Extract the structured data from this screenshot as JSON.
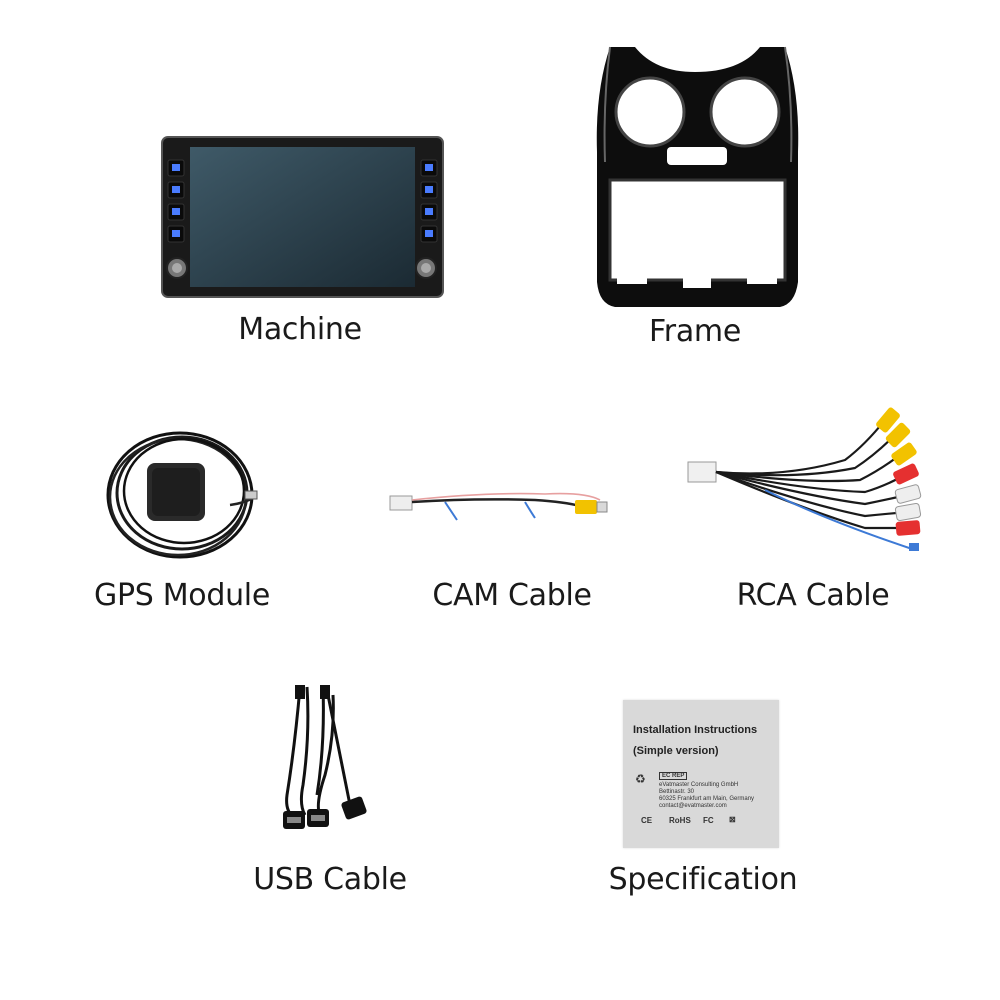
{
  "items": [
    {
      "label": "Machine"
    },
    {
      "label": "Frame"
    },
    {
      "label": "GPS Module"
    },
    {
      "label": "CAM Cable"
    },
    {
      "label": "RCA Cable"
    },
    {
      "label": "USB Cable"
    },
    {
      "label": "Specification"
    }
  ],
  "spec_card": {
    "title_line1": "Installation Instructions",
    "title_line2": "(Simple version)",
    "ec_rep": "EC REP",
    "company": "eVatmaster Consulting GmbH",
    "street": "Bettinastr. 30",
    "city": "60325 Frankfurt am Main, Germany",
    "email": "contact@evatmaster.com",
    "marks": [
      "CE",
      "RoHS",
      "FC",
      "⊠"
    ]
  },
  "colors": {
    "background": "#ffffff",
    "label_text": "#1a1a1a",
    "screen": "#2f4450",
    "button_glow": "#4a7cff",
    "frame": "#0d0d0d",
    "rca_yellow": "#f2c200",
    "rca_red": "#e53030",
    "rca_white": "#eeeeee",
    "wire_blue": "#3d7ad6",
    "spec_card": "#d9d9d9"
  }
}
